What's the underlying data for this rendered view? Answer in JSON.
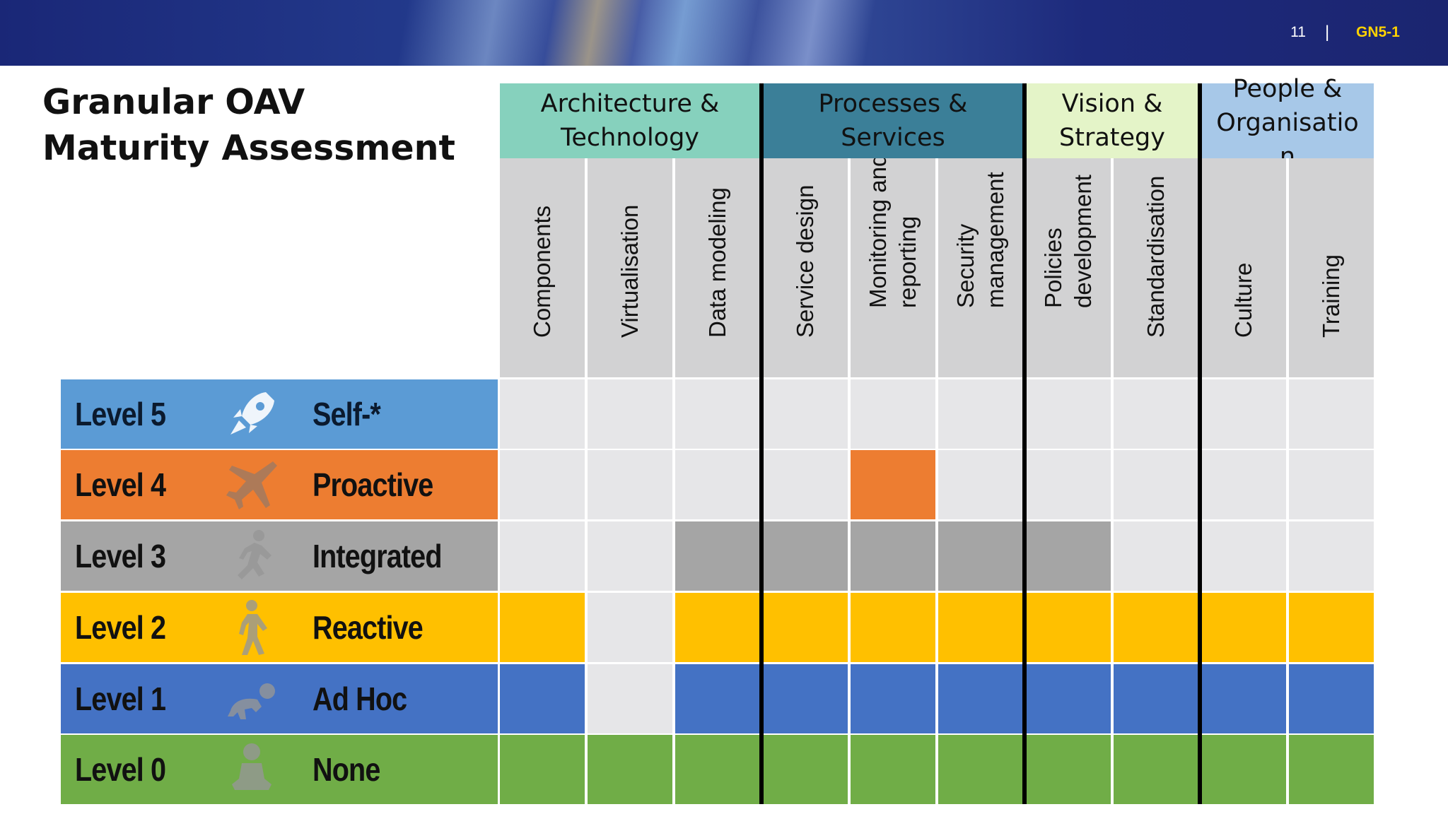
{
  "header": {
    "page_number": "11",
    "separator": "|",
    "doc_code": "GN5-1"
  },
  "title": {
    "line1": "Granular OAV",
    "line2": "Maturity Assessment"
  },
  "groups": [
    {
      "label": "Architecture &\nTechnology",
      "color": "#86d1bd",
      "columns": [
        0,
        1,
        2
      ]
    },
    {
      "label": "Processes &\nServices",
      "color": "#3b7f98",
      "columns": [
        3,
        4,
        5
      ]
    },
    {
      "label": "Vision &\nStrategy",
      "color": "#e4f4c8",
      "columns": [
        6,
        7
      ]
    },
    {
      "label": "People &\nOrganisatio\nn",
      "color": "#a7c8e8",
      "columns": [
        8,
        9
      ]
    }
  ],
  "columns": [
    "Components",
    "Virtualisation",
    "Data modeling",
    "Service design",
    "Monitoring and\nreporting",
    "Security\nmanagement",
    "Policies\ndevelopment",
    "Standardisation",
    "Culture",
    "Training"
  ],
  "levels": [
    {
      "level": "Level 5",
      "state": "Self-*",
      "icon": "rocket-icon",
      "color": "#5b9bd5",
      "text_color": "#0b1a2e"
    },
    {
      "level": "Level 4",
      "state": "Proactive",
      "icon": "airplane-icon",
      "color": "#ed7d31",
      "text_color": "#111111"
    },
    {
      "level": "Level 3",
      "state": "Integrated",
      "icon": "running-person-icon",
      "color": "#a5a5a5",
      "text_color": "#111111"
    },
    {
      "level": "Level 2",
      "state": "Reactive",
      "icon": "walking-person-icon",
      "color": "#ffc000",
      "text_color": "#111111"
    },
    {
      "level": "Level 1",
      "state": "Ad Hoc",
      "icon": "crawling-baby-icon",
      "color": "#4472c4",
      "text_color": "#111111"
    },
    {
      "level": "Level 0",
      "state": "None",
      "icon": "sitting-baby-icon",
      "color": "#70ad47",
      "text_color": "#111111"
    }
  ],
  "empty_cell_color": "#e6e6e8",
  "matrix": [
    [
      false,
      false,
      false,
      false,
      false,
      false,
      false,
      false,
      false,
      false
    ],
    [
      false,
      false,
      false,
      false,
      true,
      false,
      false,
      false,
      false,
      false
    ],
    [
      false,
      false,
      true,
      true,
      true,
      true,
      true,
      false,
      false,
      false
    ],
    [
      true,
      false,
      true,
      true,
      true,
      true,
      true,
      true,
      true,
      true
    ],
    [
      true,
      false,
      true,
      true,
      true,
      true,
      true,
      true,
      true,
      true
    ],
    [
      true,
      true,
      true,
      true,
      true,
      true,
      true,
      true,
      true,
      true
    ]
  ]
}
